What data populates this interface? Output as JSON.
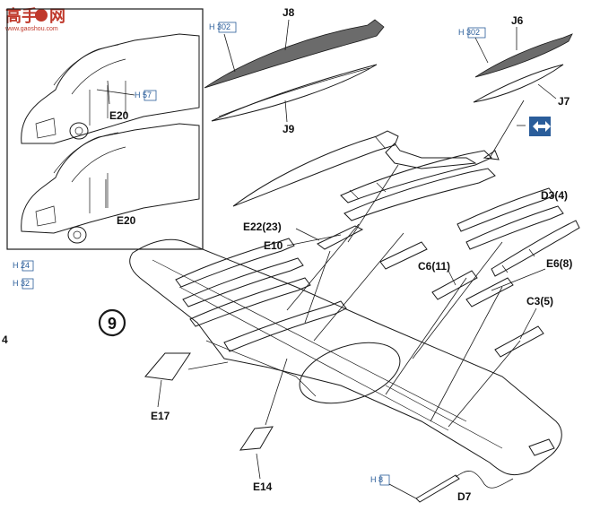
{
  "watermark": {
    "brand_cn": "高手",
    "brand_cn2": "网",
    "url": "www.gaoshou.com"
  },
  "colors": {
    "paint_fill": "#6b6b6b",
    "ink": "#1a1a1a",
    "paint_code": "#2a5d9a",
    "watermark_red": "#c0392b"
  },
  "step": {
    "number": "9"
  },
  "paint_codes": {
    "h302_bomb": "H 302",
    "h302_tank": "H 302",
    "h57": "H 57",
    "h24": "H 24",
    "h32": "H 32",
    "h8": "H 8"
  },
  "margin_text": {
    "left_digit": "4"
  },
  "parts": {
    "j8": "J8",
    "j9": "J9",
    "j6": "J6",
    "j7": "J7",
    "e20_top": "E20",
    "e20_bottom": "E20",
    "e22": "E22(23)",
    "e10": "E10",
    "c6": "C6(11)",
    "d3": "D3(4)",
    "e6": "E6(8)",
    "c3": "C3(5)",
    "e17": "E17",
    "e14": "E14",
    "d7": "D7"
  },
  "icons": {
    "flip_symbol": "double-arrow-icon"
  }
}
